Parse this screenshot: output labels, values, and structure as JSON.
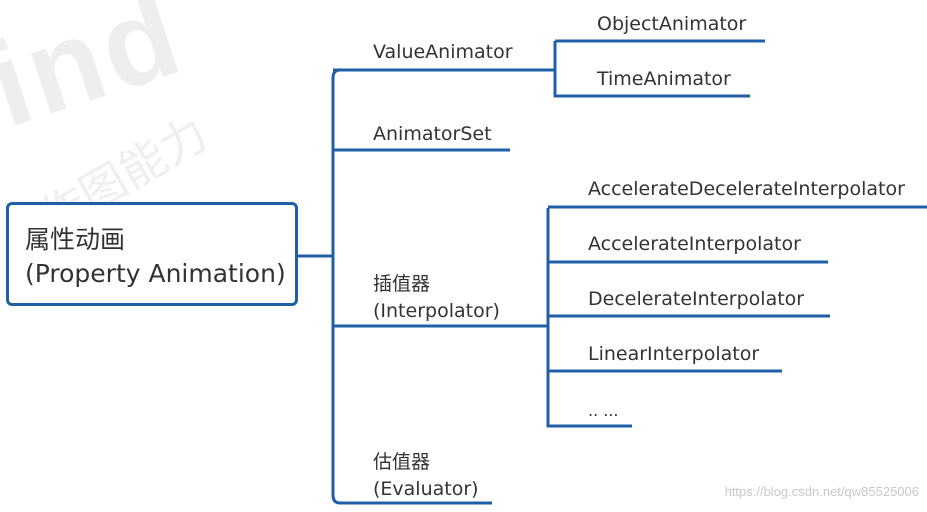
{
  "watermark": {
    "brand": "ind",
    "cn": "作图能力",
    "url": "https://blog.csdn.net/qw85525006"
  },
  "root": {
    "line1": "属性动画",
    "line2": "(Property Animation)"
  },
  "branches": {
    "value_animator": "ValueAnimator",
    "object_animator": "ObjectAnimator",
    "time_animator": "TimeAnimator",
    "animator_set": "AnimatorSet",
    "interpolator_cn": "插值器",
    "interpolator_en": "(Interpolator)",
    "accel_decel": "AccelerateDecelerateInterpolator",
    "accel": "AccelerateInterpolator",
    "decel": "DecelerateInterpolator",
    "linear": "LinearInterpolator",
    "more": ".. ...",
    "evaluator_cn": "估值器",
    "evaluator_en": "(Evaluator)"
  },
  "colors": {
    "line": "#1f5fa8",
    "text": "#333333"
  }
}
